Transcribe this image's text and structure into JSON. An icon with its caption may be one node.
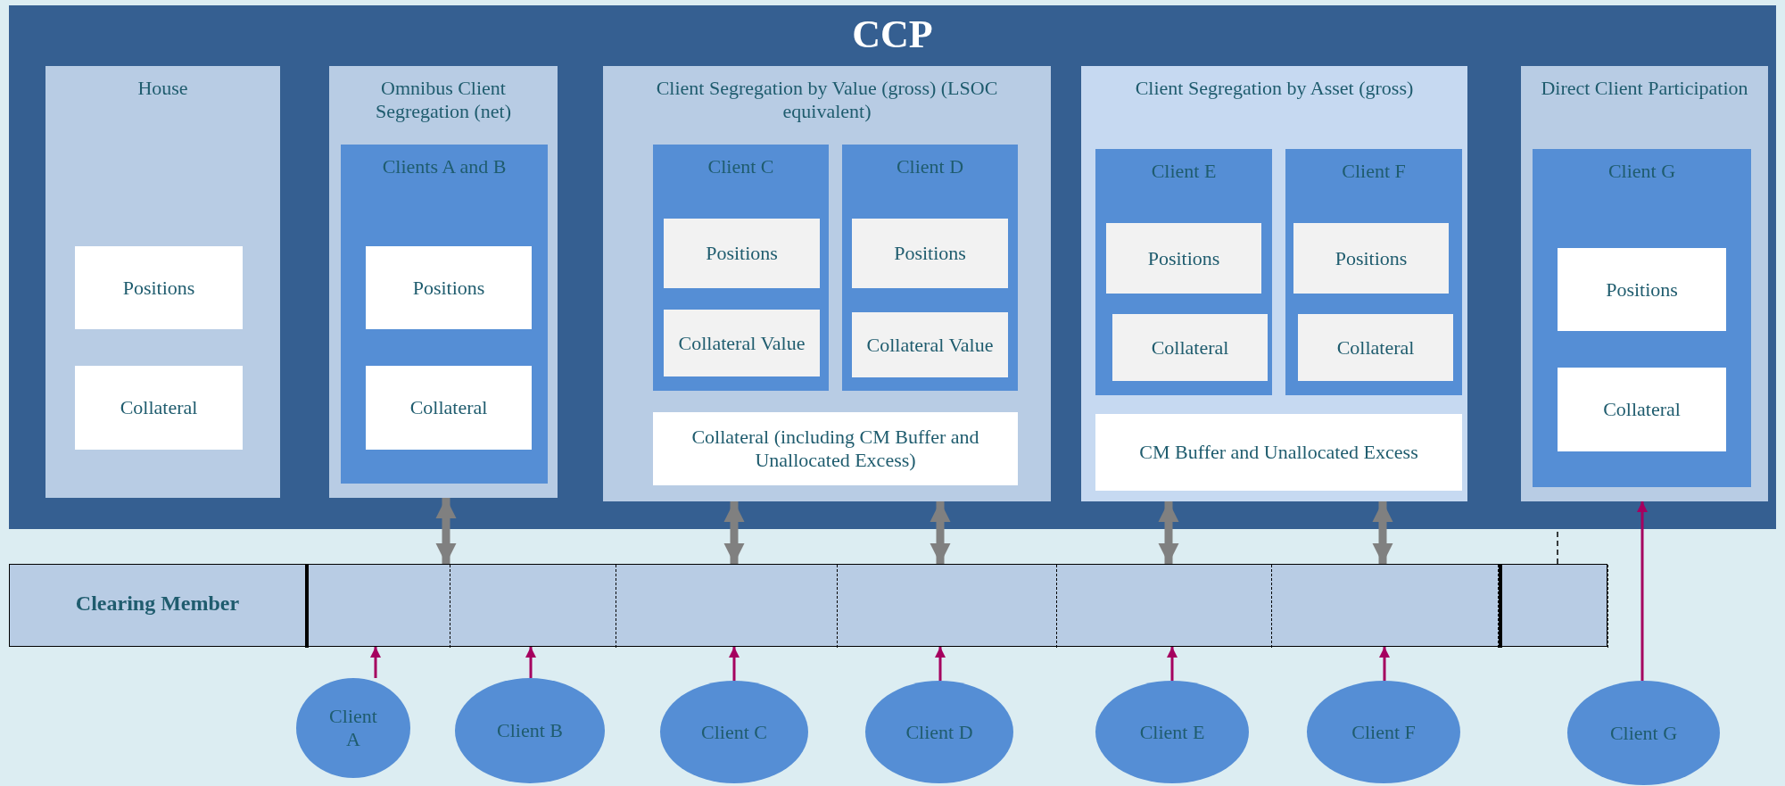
{
  "diagram": {
    "nodes": [
      {
        "text": [
          "CCP"
        ]
      },
      {
        "text": [
          "House"
        ],
        "in": 0
      },
      {
        "text": [
          "Positions"
        ],
        "in": 1
      },
      {
        "text": [
          "Collateral"
        ],
        "in": 1
      },
      {
        "text": [
          "Omnibus Client Segregation (net)"
        ],
        "in": 0
      },
      {
        "text": [
          "Clients A and B"
        ],
        "in": 4
      },
      {
        "text": [
          "Positions"
        ],
        "in": 5
      },
      {
        "text": [
          "Collateral"
        ],
        "in": 5
      },
      {
        "text": [
          "Client Segregation by Value (gross) (LSOC equivalent)"
        ],
        "in": 0
      },
      {
        "text": [
          "Client C"
        ],
        "in": 8
      },
      {
        "text": [
          "Positions"
        ],
        "in": 9
      },
      {
        "text": [
          "Collateral Value"
        ],
        "in": 9
      },
      {
        "text": [
          "Client D"
        ],
        "in": 8
      },
      {
        "text": [
          "Positions"
        ],
        "in": 12
      },
      {
        "text": [
          "Collateral Value"
        ],
        "in": 12
      },
      {
        "text": [
          "Collateral (including CM Buffer and Unallocated Excess)"
        ],
        "in": 8
      },
      {
        "text": [
          "Client Segregation by Asset (gross)"
        ],
        "in": 0
      },
      {
        "text": [
          "Client E"
        ],
        "in": 16
      },
      {
        "text": [
          "Positions"
        ],
        "in": 17
      },
      {
        "text": [
          "Collateral"
        ],
        "in": 17
      },
      {
        "text": [
          "Client F"
        ],
        "in": 16
      },
      {
        "text": [
          "Positions"
        ],
        "in": 20
      },
      {
        "text": [
          "Collateral"
        ],
        "in": 20
      },
      {
        "text": [
          "CM Buffer and Unallocated Excess"
        ],
        "in": 16
      },
      {
        "text": [
          "Direct Client Participation"
        ],
        "in": 0
      },
      {
        "text": [
          "Client G"
        ],
        "in": 24
      },
      {
        "text": [
          "Positions"
        ],
        "in": 25
      },
      {
        "text": [
          "Collateral"
        ],
        "in": 25
      },
      {
        "text": [
          "Clearing Member"
        ]
      },
      {
        "text": [],
        "shape": "box",
        "in": 28
      },
      {
        "text": [],
        "shape": "box",
        "in": 28
      },
      {
        "text": [],
        "shape": "box",
        "in": 28
      },
      {
        "text": [],
        "shape": "box",
        "in": 28
      },
      {
        "text": [],
        "shape": "box",
        "in": 28
      },
      {
        "text": [],
        "shape": "box",
        "in": 28
      },
      {
        "text": [],
        "shape": "box",
        "in": 28
      },
      {
        "text": [
          "Client A"
        ]
      },
      {
        "text": [
          "Client B"
        ]
      },
      {
        "text": [
          "Client C"
        ]
      },
      {
        "text": [
          "Client D"
        ]
      },
      {
        "text": [
          "Client E"
        ]
      },
      {
        "text": [
          "Client F"
        ]
      },
      {
        "text": [
          "Client G"
        ]
      }
    ],
    "edges": [
      {
        "from": 29,
        "to": 4,
        "arrow": "both",
        "style": "thick",
        "color": "#808080"
      },
      {
        "from": 31,
        "to": 8,
        "arrow": "both",
        "style": "thick",
        "color": "#808080"
      },
      {
        "from": 32,
        "to": 8,
        "arrow": "both",
        "style": "thick",
        "color": "#808080"
      },
      {
        "from": 33,
        "to": 16,
        "arrow": "both",
        "style": "thick",
        "color": "#808080"
      },
      {
        "from": 34,
        "to": 16,
        "arrow": "both",
        "style": "thick",
        "color": "#808080"
      },
      {
        "from": 35,
        "to": 0,
        "arrow": "none",
        "style": "dashed",
        "color": "#000000"
      },
      {
        "from": 36,
        "to": 29,
        "arrow": "to"
      },
      {
        "from": 37,
        "to": 30,
        "arrow": "to"
      },
      {
        "from": 38,
        "to": 31,
        "arrow": "to"
      },
      {
        "from": 39,
        "to": 32,
        "arrow": "to"
      },
      {
        "from": 40,
        "to": 33,
        "arrow": "to"
      },
      {
        "from": 41,
        "to": 34,
        "arrow": "to"
      },
      {
        "from": 42,
        "to": 24,
        "arrow": "to"
      }
    ]
  }
}
